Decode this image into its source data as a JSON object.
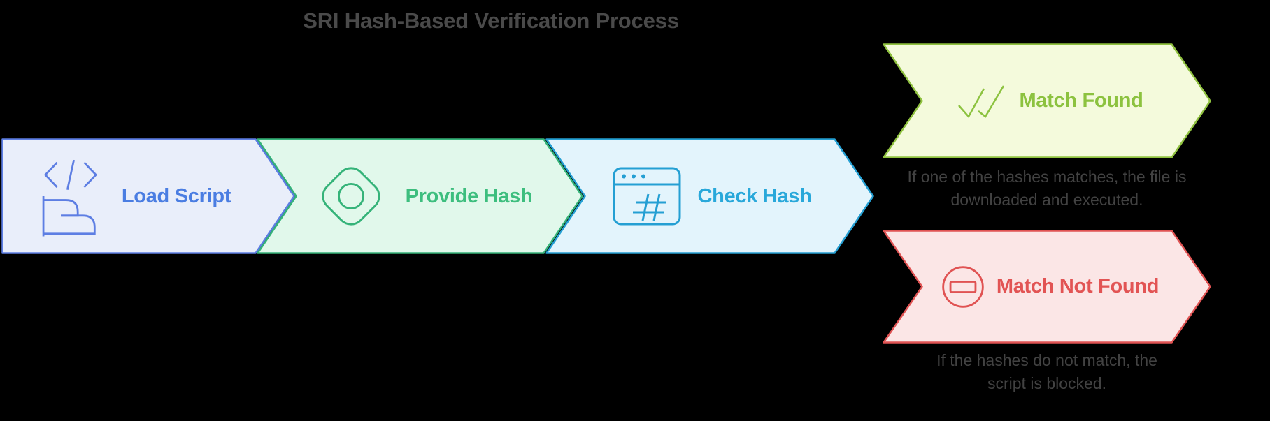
{
  "title": "SRI Hash-Based Verification Process",
  "steps": [
    {
      "label": "Load Script",
      "icon": "code-scroll-icon"
    },
    {
      "label": "Provide Hash",
      "icon": "hash-gem-icon"
    },
    {
      "label": "Check Hash",
      "icon": "browser-hash-icon"
    }
  ],
  "outcomes": [
    {
      "label": "Match Found",
      "icon": "double-check-icon",
      "description": "If one of the hashes matches, the file is\ndownloaded and executed."
    },
    {
      "label": "Match Not Found",
      "icon": "minus-circle-icon",
      "description": "If the hashes do not match, the\nscript is blocked."
    }
  ],
  "colors": {
    "canvas-bg": "#000000",
    "title-text": "#4a4a4a",
    "desc-text": "#424242",
    "step1-fill": "#e9eefa",
    "step1-border": "#5d7ee3",
    "step1-text": "#4a7de2",
    "step2-fill": "#e1f8eb",
    "step2-border": "#35b379",
    "step2-text": "#3dbe7e",
    "step3-fill": "#e3f4fc",
    "step3-border": "#249fd3",
    "step3-text": "#29a8da",
    "found-fill": "#f4fadc",
    "found-border": "#8fc13f",
    "found-text": "#8cc23f",
    "notfound-fill": "#fbe6e6",
    "notfound-border": "#e05353",
    "notfound-text": "#e25454"
  }
}
